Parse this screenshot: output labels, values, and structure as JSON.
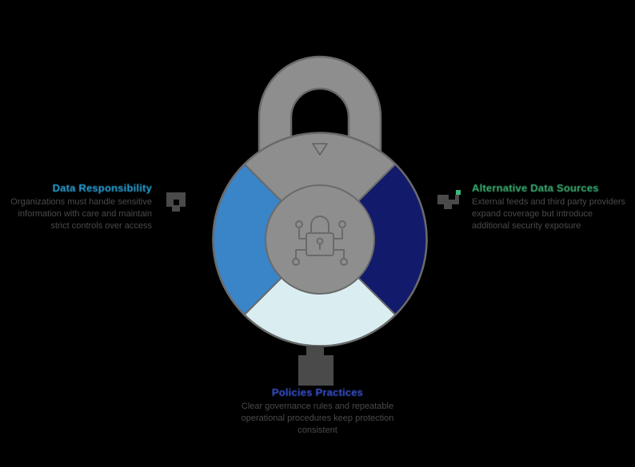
{
  "diagram": {
    "type": "padlock-segmented-wheel",
    "center_icon": "padlock-circuit-icon",
    "ring_pointer": "triangle-down-marker",
    "segments": [
      {
        "name": "top",
        "color": "#8e8e8e",
        "label": ""
      },
      {
        "name": "left",
        "color": "#3a84c8",
        "label": ""
      },
      {
        "name": "right",
        "color": "#121a6b",
        "label": ""
      },
      {
        "name": "bottom",
        "color": "#daeef2",
        "label": ""
      }
    ]
  },
  "colors": {
    "background": "#000000",
    "lock_gray": "#8e8e8e",
    "lock_outline": "#6a6a6a",
    "segment_blue": "#3a84c8",
    "segment_navy": "#121a6b",
    "segment_ice": "#daeef2",
    "title_left": "#29a8e0",
    "title_right": "#3cb878",
    "title_bottom": "#3b55d9",
    "body_text": "#4a4a4a"
  },
  "callouts": {
    "left": {
      "icon": "lock-shield-icon",
      "title": "Data Responsibility",
      "body": "Organizations must handle sensitive information with care and maintain strict controls over access"
    },
    "right": {
      "icon": "network-nodes-icon",
      "title": "Alternative Data Sources",
      "body": "External feeds and third party providers expand coverage but introduce additional security exposure"
    },
    "bottom": {
      "icon": "lock-body-icon",
      "title": "Policies Practices",
      "body": "Clear governance rules and repeatable operational procedures keep protection consistent"
    }
  }
}
